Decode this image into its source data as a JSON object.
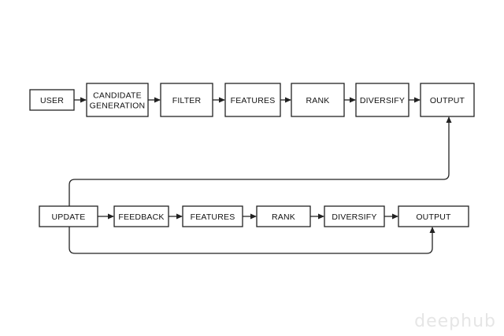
{
  "diagram": {
    "rows": [
      {
        "nodes": [
          {
            "id": "user",
            "lines": [
              "USER"
            ]
          },
          {
            "id": "candidate-generation",
            "lines": [
              "CANDIDATE",
              "GENERATION"
            ]
          },
          {
            "id": "filter",
            "lines": [
              "FILTER"
            ]
          },
          {
            "id": "features-1",
            "lines": [
              "FEATURES"
            ]
          },
          {
            "id": "rank-1",
            "lines": [
              "RANK"
            ]
          },
          {
            "id": "diversify-1",
            "lines": [
              "DIVERSIFY"
            ]
          },
          {
            "id": "output-1",
            "lines": [
              "OUTPUT"
            ]
          }
        ]
      },
      {
        "nodes": [
          {
            "id": "update",
            "lines": [
              "UPDATE"
            ]
          },
          {
            "id": "feedback",
            "lines": [
              "FEEDBACK"
            ]
          },
          {
            "id": "features-2",
            "lines": [
              "FEATURES"
            ]
          },
          {
            "id": "rank-2",
            "lines": [
              "RANK"
            ]
          },
          {
            "id": "diversify-2",
            "lines": [
              "DIVERSIFY"
            ]
          },
          {
            "id": "output-2",
            "lines": [
              "OUTPUT"
            ]
          }
        ]
      }
    ],
    "edges": [
      {
        "from": "user",
        "to": "candidate-generation"
      },
      {
        "from": "candidate-generation",
        "to": "filter"
      },
      {
        "from": "filter",
        "to": "features-1"
      },
      {
        "from": "features-1",
        "to": "rank-1"
      },
      {
        "from": "rank-1",
        "to": "diversify-1"
      },
      {
        "from": "diversify-1",
        "to": "output-1"
      },
      {
        "from": "output-1",
        "to": "update"
      },
      {
        "from": "update",
        "to": "feedback"
      },
      {
        "from": "feedback",
        "to": "features-2"
      },
      {
        "from": "features-2",
        "to": "rank-2"
      },
      {
        "from": "rank-2",
        "to": "diversify-2"
      },
      {
        "from": "diversify-2",
        "to": "output-2"
      },
      {
        "from": "update",
        "to": "output-2"
      }
    ]
  },
  "watermark": "deephub"
}
